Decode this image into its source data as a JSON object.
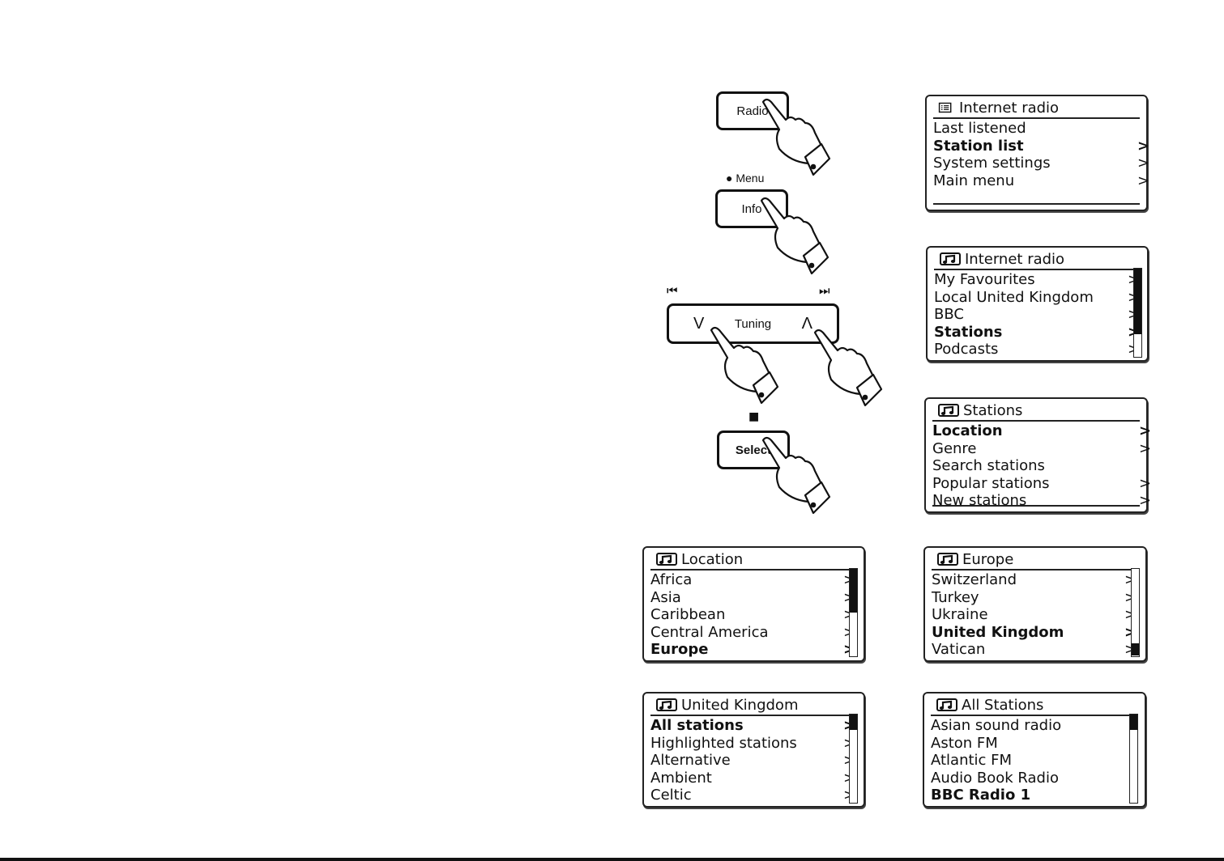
{
  "controls": {
    "radio_label": "Radio",
    "menu_label": "● Menu",
    "info_label": "Info",
    "tuning_label": "Tuning",
    "tuning_down": "V",
    "tuning_up": "Λ",
    "prev_symbol": "⏮",
    "next_symbol": "⏭",
    "stop_symbol": "■",
    "select_label": "Select"
  },
  "screens": {
    "internet_radio_menu": {
      "title": "Internet radio",
      "title_icon": "list-icon",
      "items": [
        {
          "label": "Last listened",
          "arrow": ""
        },
        {
          "label": "Station list",
          "arrow": ">",
          "selected": true
        },
        {
          "label": "System settings",
          "arrow": ">"
        },
        {
          "label": "Main menu",
          "arrow": ">"
        }
      ]
    },
    "internet_radio_list": {
      "title": "Internet radio",
      "title_icon": "music-note-icon",
      "items": [
        {
          "label": "My Favourites",
          "arrow": ">"
        },
        {
          "label": "Local United Kingdom",
          "arrow": ">"
        },
        {
          "label": "BBC",
          "arrow": ">"
        },
        {
          "label": "Stations",
          "arrow": ">",
          "selected": true
        },
        {
          "label": "Podcasts",
          "arrow": ">"
        }
      ],
      "scroll_position": 0.0,
      "scroll_fraction": 0.75
    },
    "stations": {
      "title": "Stations",
      "title_icon": "music-note-icon",
      "items": [
        {
          "label": "Location",
          "arrow": ">",
          "selected": true
        },
        {
          "label": "Genre",
          "arrow": ">"
        },
        {
          "label": "Search stations",
          "arrow": ""
        },
        {
          "label": "Popular stations",
          "arrow": ">"
        },
        {
          "label": "New stations",
          "arrow": ">"
        }
      ]
    },
    "location": {
      "title": "Location",
      "title_icon": "music-note-icon",
      "items": [
        {
          "label": "Africa",
          "arrow": ">"
        },
        {
          "label": "Asia",
          "arrow": ">"
        },
        {
          "label": "Caribbean",
          "arrow": ">"
        },
        {
          "label": "Central America",
          "arrow": ">"
        },
        {
          "label": "Europe",
          "arrow": ">",
          "selected": true
        }
      ],
      "scroll_position": 0.0,
      "scroll_fraction": 0.5
    },
    "europe": {
      "title": "Europe",
      "title_icon": "music-note-icon",
      "items": [
        {
          "label": "Switzerland",
          "arrow": ">"
        },
        {
          "label": "Turkey",
          "arrow": ">"
        },
        {
          "label": "Ukraine",
          "arrow": ">"
        },
        {
          "label": "United Kingdom",
          "arrow": ">",
          "selected": true
        },
        {
          "label": "Vatican",
          "arrow": ">"
        }
      ],
      "scroll_position": 0.86,
      "scroll_fraction": 0.14
    },
    "united_kingdom": {
      "title": "United Kingdom",
      "title_icon": "music-note-icon",
      "items": [
        {
          "label": "All stations",
          "arrow": ">",
          "selected": true
        },
        {
          "label": "Highlighted stations",
          "arrow": ">"
        },
        {
          "label": "Alternative",
          "arrow": ">"
        },
        {
          "label": "Ambient",
          "arrow": ">"
        },
        {
          "label": "Celtic",
          "arrow": ">"
        }
      ],
      "scroll_position": 0.0,
      "scroll_fraction": 0.18
    },
    "all_stations": {
      "title": "All Stations",
      "title_icon": "music-note-icon",
      "items": [
        {
          "label": "Asian sound radio",
          "arrow": ""
        },
        {
          "label": "Aston FM",
          "arrow": ""
        },
        {
          "label": "Atlantic FM",
          "arrow": ""
        },
        {
          "label": "Audio Book Radio",
          "arrow": ""
        },
        {
          "label": "BBC Radio 1",
          "arrow": "",
          "selected": true
        }
      ],
      "scroll_position": 0.0,
      "scroll_fraction": 0.18
    }
  }
}
